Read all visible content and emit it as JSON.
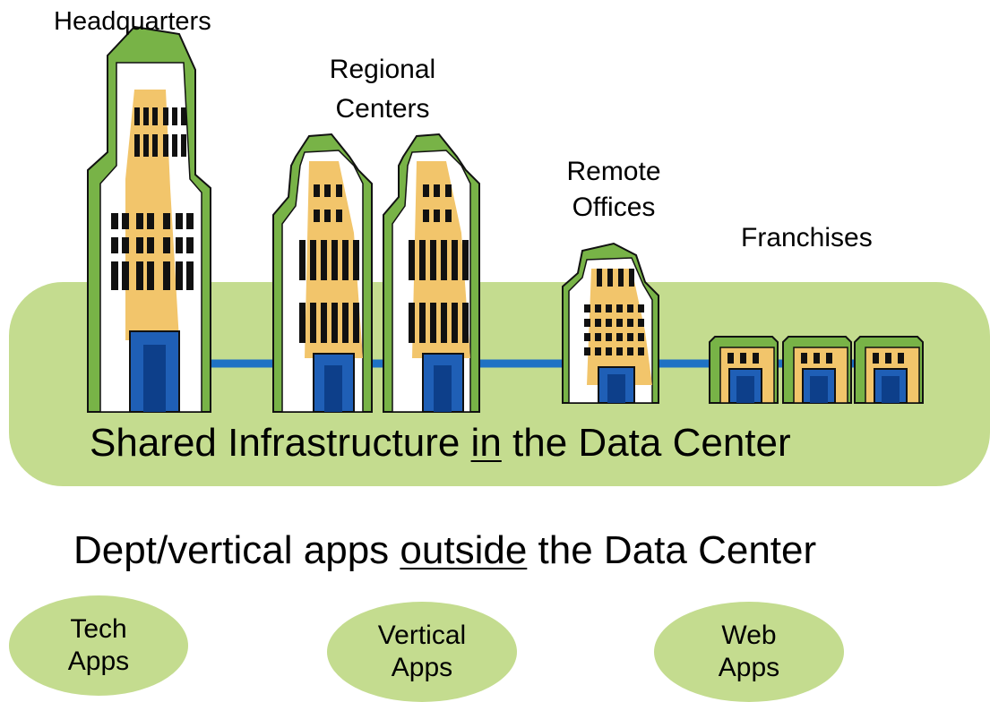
{
  "labels": {
    "headquarters": "Headquarters",
    "regional_line1": "Regional",
    "regional_line2": "Centers",
    "remote_line1": "Remote",
    "remote_line2": "Offices",
    "franchises": "Franchises"
  },
  "shared_banner": {
    "before": "Shared Infrastructure ",
    "emphasis": "in",
    "after": " the Data Center"
  },
  "outside_banner": {
    "before": "Dept/vertical apps ",
    "emphasis": "outside",
    "after": " the Data Center"
  },
  "apps": [
    {
      "line1": "Tech",
      "line2": "Apps"
    },
    {
      "line1": "Vertical",
      "line2": "Apps"
    },
    {
      "line1": "Web",
      "line2": "Apps"
    }
  ],
  "colors": {
    "panel": "#c4dc8f",
    "building_outline": "#5da02c",
    "building_fill": "#f2c56b",
    "link": "#1f72c4",
    "door": "#1f5fb6"
  }
}
